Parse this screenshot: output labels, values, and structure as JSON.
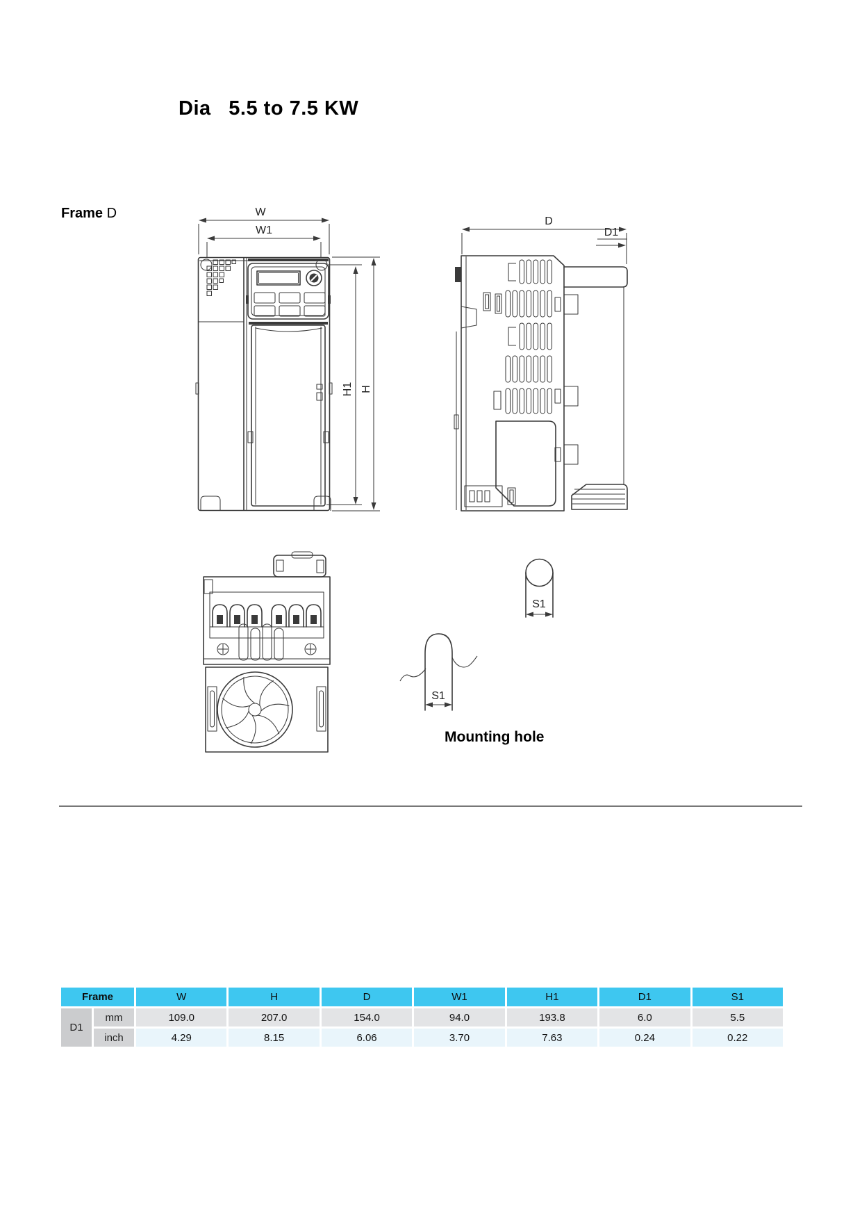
{
  "page": {
    "title": "Dia   5.5 to 7.5 KW",
    "frame_label": "Frame",
    "frame_value": "D",
    "mounting_hole_label": "Mounting hole"
  },
  "dimension_labels": {
    "w": "W",
    "w1": "W1",
    "h": "H",
    "h1": "H1",
    "d": "D",
    "d1": "D1",
    "s1_top": "S1",
    "s1_slot": "S1"
  },
  "table": {
    "frame_header": "Frame",
    "column_headers": [
      "W",
      "H",
      "D",
      "W1",
      "H1",
      "D1",
      "S1"
    ],
    "row_label": "D1",
    "rows": [
      {
        "unit": "mm",
        "values": [
          "109.0",
          "207.0",
          "154.0",
          "94.0",
          "193.8",
          "6.0",
          "5.5"
        ]
      },
      {
        "unit": "inch",
        "values": [
          "4.29",
          "8.15",
          "6.06",
          "3.70",
          "7.63",
          "0.24",
          "0.22"
        ]
      }
    ]
  },
  "colors": {
    "table_header_bg": "#3EC7F0",
    "row_label_bg": "#CBCCCE",
    "unit_cell_bg": "#D3D4D6",
    "mm_row_bg": "#E3E4E6",
    "inch_row_bg": "#E9F5FB",
    "drawing_line": "#3A3A3A"
  }
}
